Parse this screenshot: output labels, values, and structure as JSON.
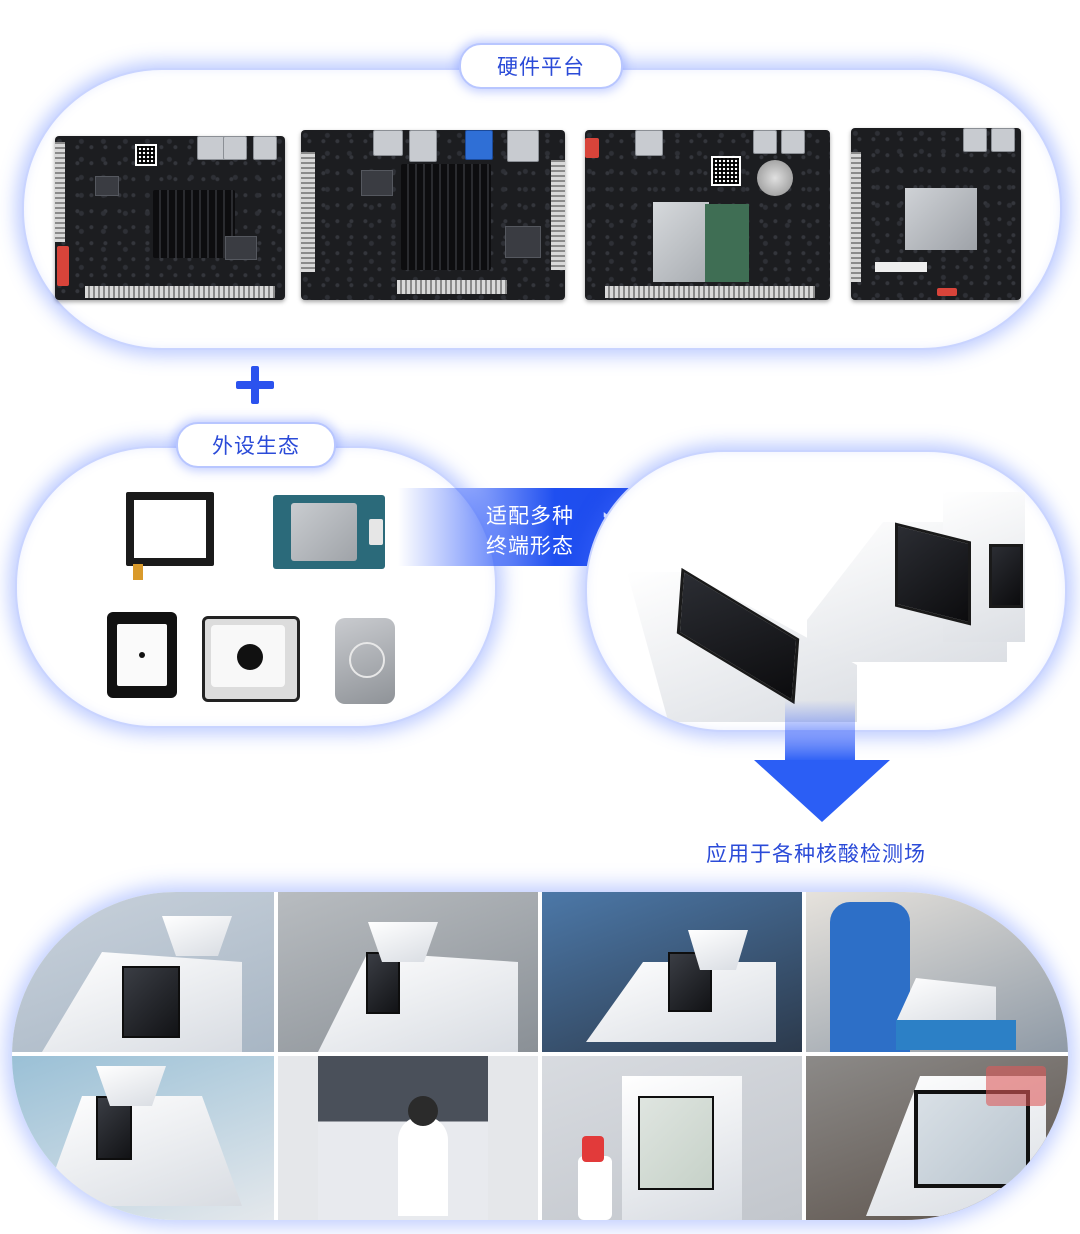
{
  "sections": {
    "hardware_platform": {
      "label": "硬件平台"
    },
    "peripheral_ecosystem": {
      "label": "外设生态"
    },
    "adapt": {
      "line1": "适配多种",
      "line2": "终端形态",
      "arrow": "›››"
    },
    "application": {
      "label": "应用于各种核酸检测场"
    }
  },
  "plus_symbol": "+",
  "colors": {
    "accent_blue": "#2b4bd8",
    "arrow_blue": "#1e47e8",
    "panel_glow": "#466eff"
  },
  "icons": {
    "plus": "plus-icon",
    "triple_chevron": "triple-chevron-right-icon",
    "down_arrow": "down-arrow-icon"
  }
}
